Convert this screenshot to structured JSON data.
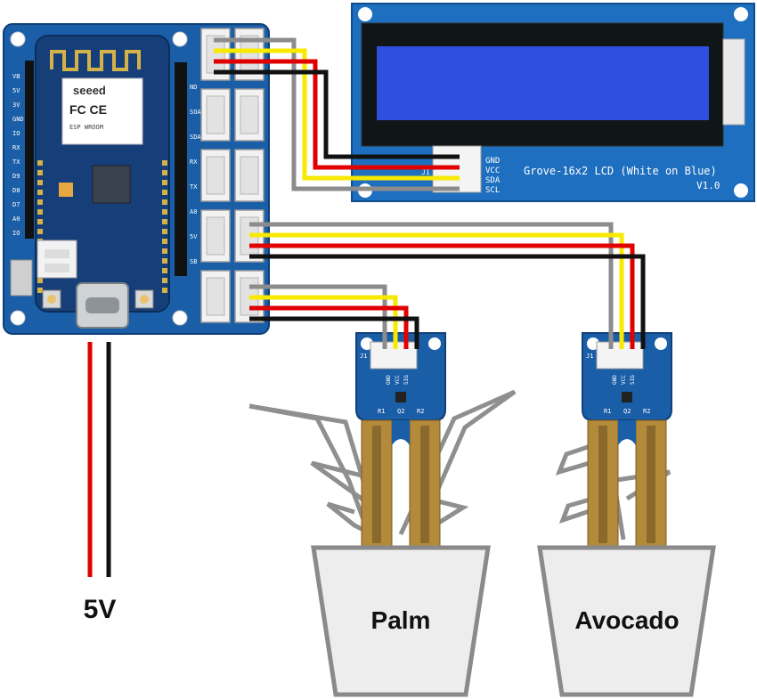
{
  "board": {
    "brand": "seeed",
    "module_text": "ESP WROOM",
    "cert_marks": "FC CE",
    "left_pin_labels": [
      "VB",
      "5V",
      "3V",
      "GND",
      "IO",
      "RX",
      "TX",
      "D9",
      "D8",
      "D7",
      "A0",
      "IO"
    ],
    "right_pin_labels": [
      "ND",
      "SOA",
      "SDA",
      "RX",
      "TX",
      "A0",
      "5V",
      "SB"
    ]
  },
  "lcd": {
    "name": "Grove-16x2 LCD (White on Blue)",
    "version": "V1.0",
    "pin_labels": [
      "GND",
      "VCC",
      "SDA",
      "SCL"
    ],
    "connector_label": "J1"
  },
  "sensors": [
    {
      "connector_label": "J1",
      "pin_labels": [
        "GND",
        "VCC",
        "SIG"
      ],
      "part_labels": [
        "R1",
        "Q2",
        "R2"
      ]
    },
    {
      "connector_label": "J1",
      "pin_labels": [
        "GND",
        "VCC",
        "SIG"
      ],
      "part_labels": [
        "R1",
        "Q2",
        "R2"
      ]
    }
  ],
  "plants": [
    {
      "label": "Palm"
    },
    {
      "label": "Avocado"
    }
  ],
  "power": {
    "label": "5V"
  },
  "colors": {
    "pcb_blue": "#1a5ea8",
    "lcd_screen": "#2f4fe0",
    "wire_gray": "#8c8c8c",
    "wire_yellow": "#f7e900",
    "wire_red": "#e00000",
    "wire_black": "#111111",
    "pot_fill": "#ededed",
    "pot_stroke": "#8a8a8a",
    "probe_copper": "#b38a3a"
  }
}
